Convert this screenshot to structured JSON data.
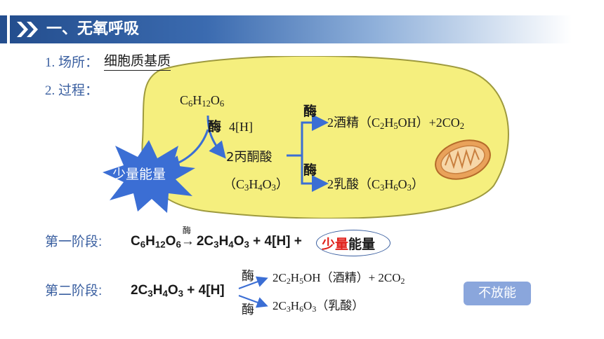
{
  "header": {
    "title": "一、无氧呼吸"
  },
  "place": {
    "label": "1. 场所：",
    "value": "细胞质基质"
  },
  "process": {
    "label": "2. 过程："
  },
  "diagram": {
    "glucose": [
      "C",
      "6",
      "H",
      "12",
      "O",
      "6"
    ],
    "enzyme": "酶",
    "hydrogen": "4[H]",
    "pyruvate": "2丙酮酸",
    "pyruvate_formula": [
      "（C",
      "3",
      "H",
      "4",
      "O",
      "3",
      "）"
    ],
    "alcohol_path": [
      "2酒精（C",
      "2",
      "H",
      "5",
      "OH）+2CO",
      "2"
    ],
    "lactic_path": [
      "2乳酸（C",
      "3",
      "H",
      "6",
      "O",
      "3",
      "）"
    ],
    "star_text": "少量能量"
  },
  "stage1": {
    "label": "第一阶段:",
    "equation": [
      "C",
      "6",
      "H",
      "12",
      "O",
      "6"
    ],
    "enzyme_small": "酶",
    "products": [
      "2C",
      "3",
      "H",
      "4",
      "O",
      "3",
      " + 4[H] +"
    ],
    "energy_highlight": "少量",
    "energy_rest": "能量"
  },
  "stage2": {
    "label": "第二阶段:",
    "reactants": [
      "2C",
      "3",
      "H",
      "4",
      "O",
      "3",
      " + 4[H]"
    ],
    "enzyme_top": "酶",
    "enzyme_bottom": "酶",
    "alcohol": [
      "2C",
      "2",
      "H",
      "5",
      "OH（酒精）+  2CO",
      "2"
    ],
    "lactic": [
      "2C",
      "3",
      "H",
      "6",
      "O",
      "3",
      "（乳酸）"
    ]
  },
  "badge": {
    "label": "不放能"
  },
  "colors": {
    "accent": "#244e8e",
    "label_blue": "#3a5fa0",
    "cell_fill": "#f5ef7e",
    "star_blue": "#3b6ed4",
    "badge": "#8aa6dc",
    "red": "#e0201b"
  }
}
